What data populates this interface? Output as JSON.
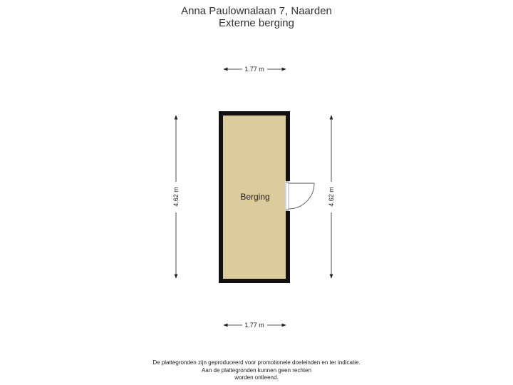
{
  "title": {
    "line1": "Anna Paulownalaan 7, Naarden",
    "line2": "Externe berging"
  },
  "plan": {
    "room_label": "Berging",
    "dimensions": {
      "top_width": "1.77 m",
      "bottom_width": "1.77 m",
      "left_length": "4.62 m",
      "right_length": "4.62 m"
    },
    "floor_color": "#dccb9c",
    "wall_color": "#111111"
  },
  "disclaimer": {
    "line1": "De plattegronden zijn geproduceerd voor promotionele doeleinden en ter indicatie.",
    "line2": "Aan de plattegronden kunnen geen rechten",
    "line3": "worden ontleend."
  }
}
